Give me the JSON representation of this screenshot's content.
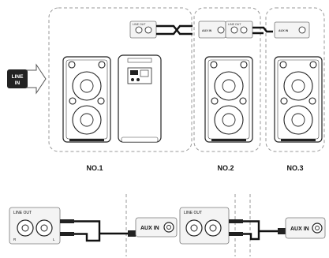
{
  "source_badge": {
    "line1": "LINE",
    "line2": "IN"
  },
  "speakers": [
    {
      "label": "NO.1"
    },
    {
      "label": "NO.2"
    },
    {
      "label": "NO.3"
    }
  ],
  "panel": {
    "line_out": "LINE OUT",
    "aux_in": "AUX IN",
    "r": "R",
    "l": "L"
  },
  "colors": {
    "ink": "#111111",
    "badge": "#222222",
    "dashed": "#9a9a9a",
    "panel_fill": "#f4f4f4"
  }
}
